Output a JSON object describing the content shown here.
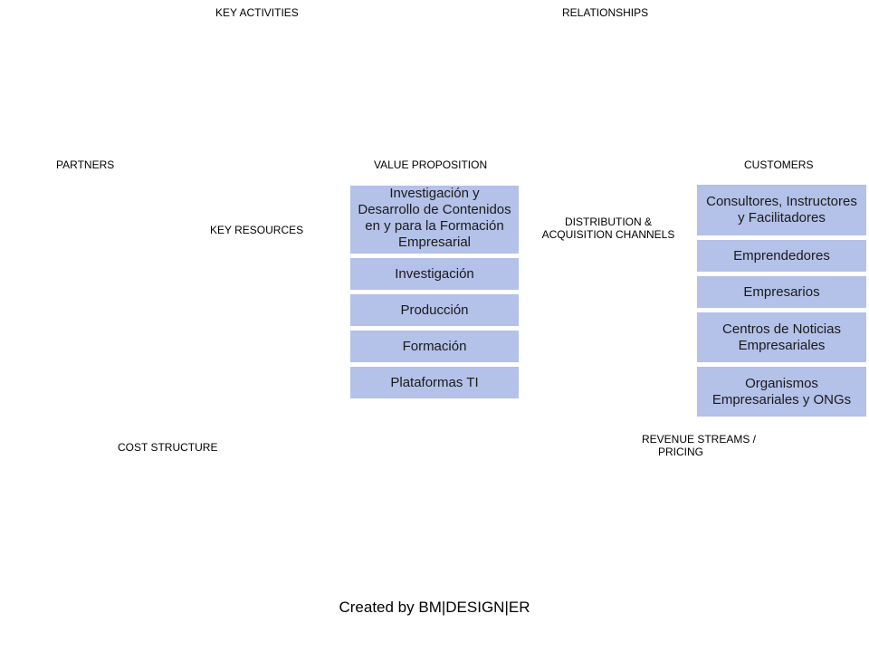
{
  "sections": {
    "key_activities": "KEY ACTIVITIES",
    "relationships": "RELATIONSHIPS",
    "partners": "PARTNERS",
    "value_proposition": "VALUE PROPOSITION",
    "customers": "CUSTOMERS",
    "key_resources": "KEY RESOURCES",
    "distribution_line1": "DISTRIBUTION  &",
    "distribution_line2": "ACQUISITION  CHANNELS",
    "cost_structure": "COST  STRUCTURE",
    "revenue_line1": "REVENUE  STREAMS  /",
    "revenue_line2": "PRICING"
  },
  "value_proposition": {
    "items": [
      "Investigación y Desarrollo de Contenidos en y para la Formación Empresarial",
      "Investigación",
      "Producción",
      "Formación",
      "Plataformas TI"
    ]
  },
  "customers": {
    "items": [
      "Consultores, Instructores y Facilitadores",
      "Emprendedores",
      "Empresarios",
      "Centros de Noticias Empresariales",
      "Organismos Empresariales y ONGs"
    ]
  },
  "footer": "Created by BM|DESIGN|ER",
  "colors": {
    "card_background": "#b4c1e8",
    "background": "#ffffff"
  }
}
